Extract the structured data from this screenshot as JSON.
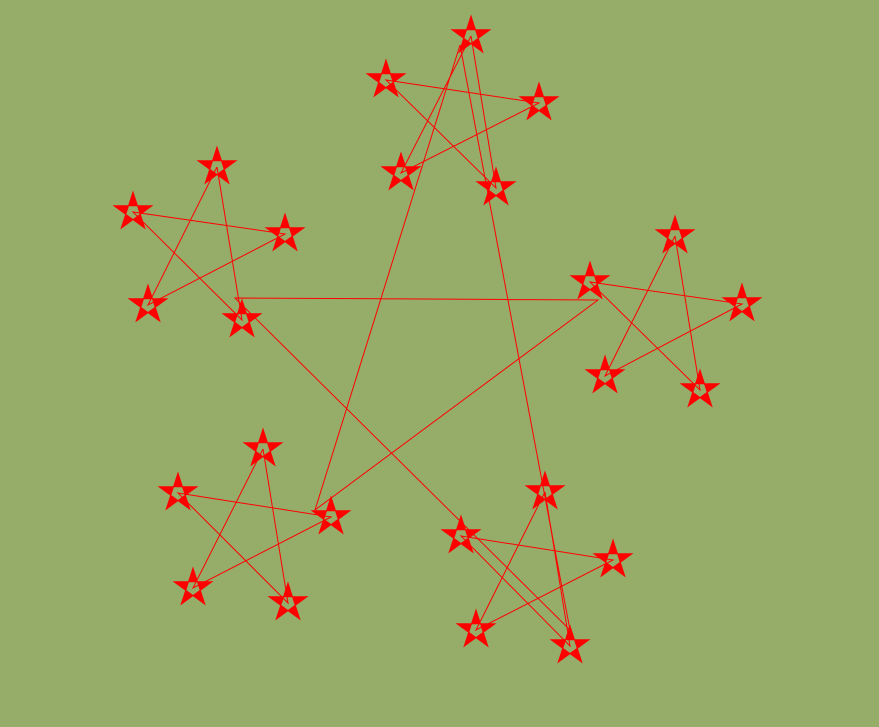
{
  "colors": {
    "background": "#96ad69",
    "stroke": "#ff0000",
    "star_fill": "#ff0000"
  },
  "figure": {
    "description_shape": "pentagram-fractal",
    "levels": 3,
    "points_per_star": 5
  }
}
